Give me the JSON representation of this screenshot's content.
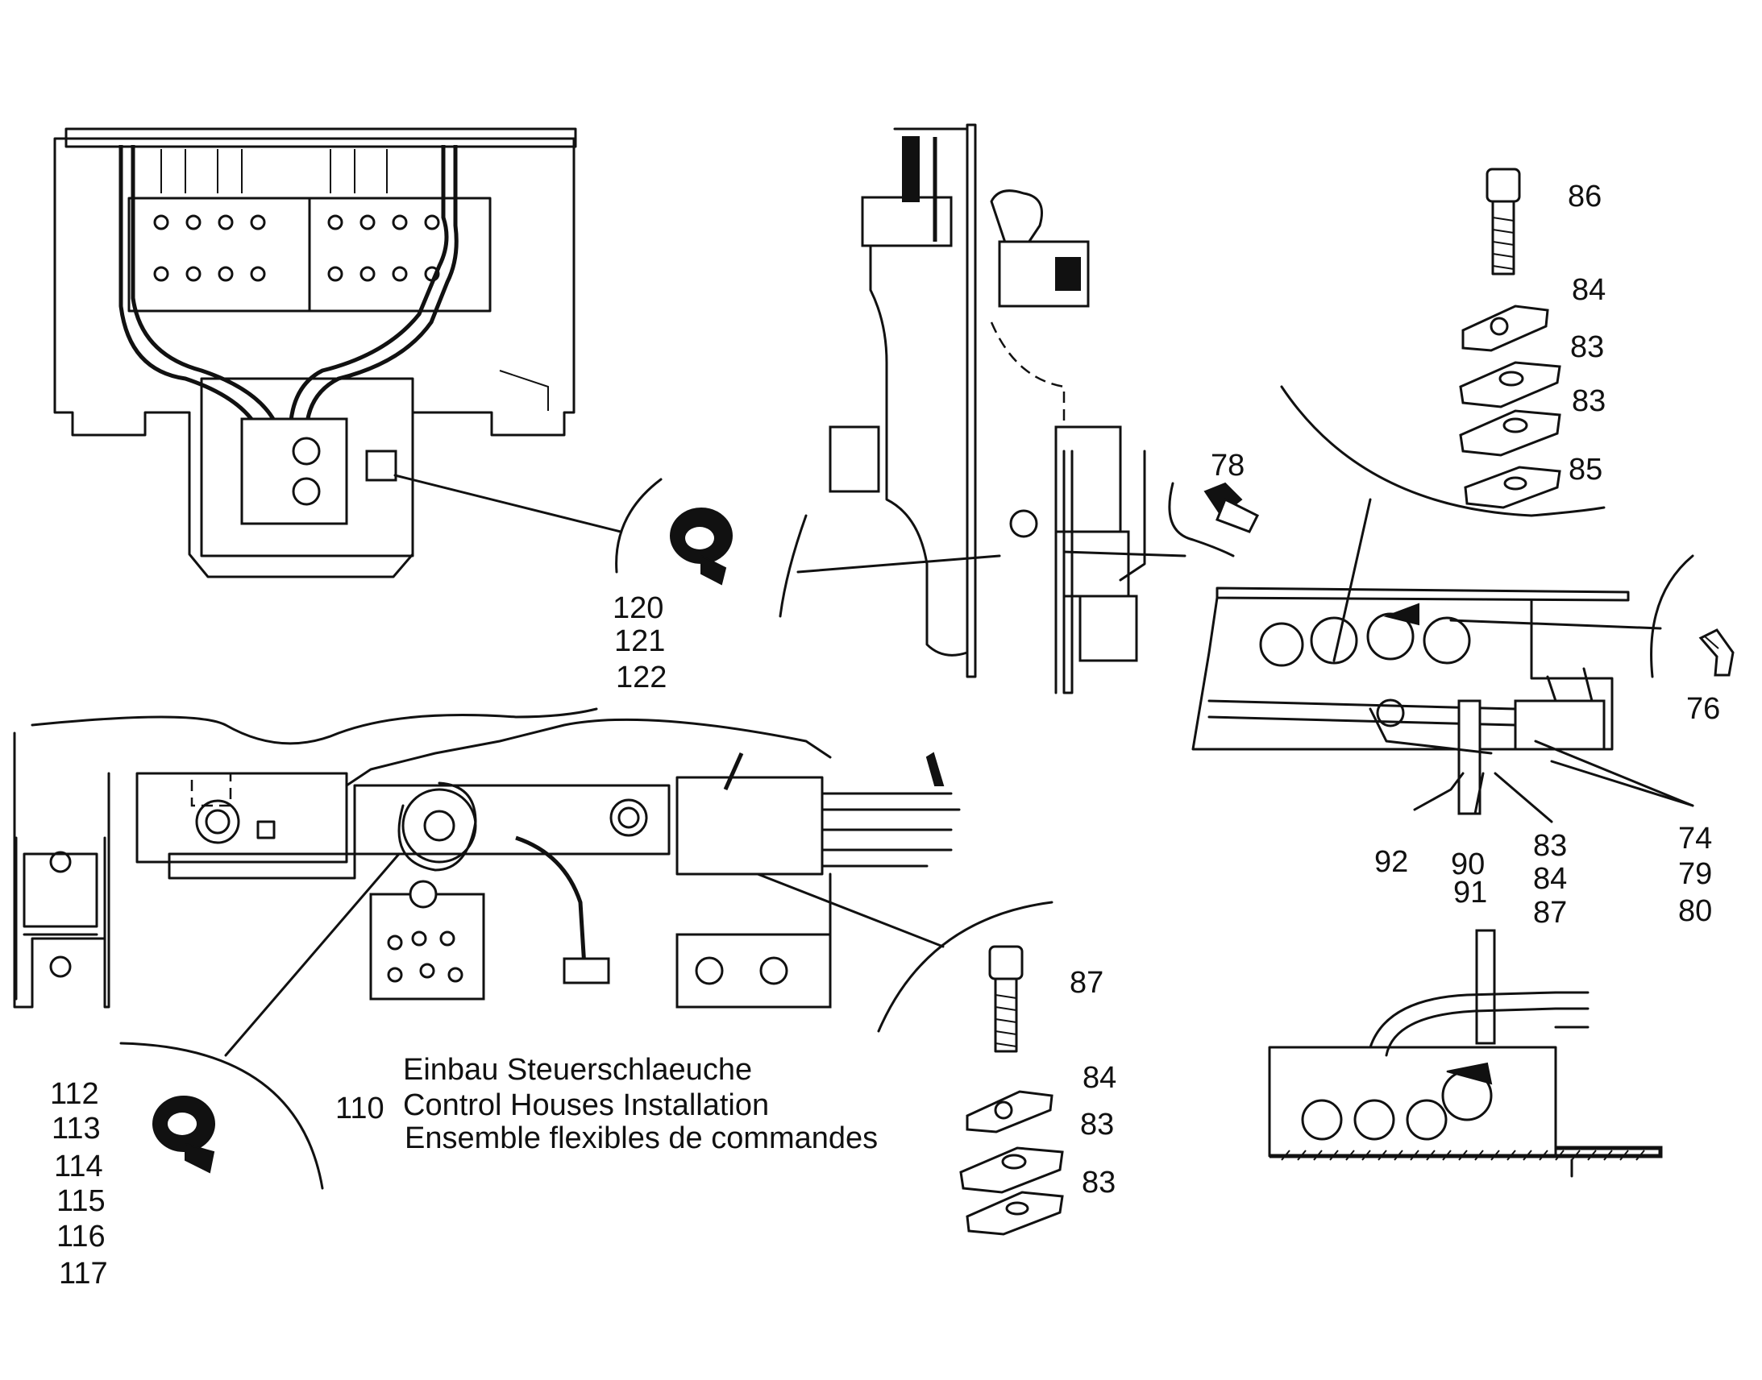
{
  "title": {
    "number": "110",
    "de": "Einbau Steuerschlaeuche",
    "en": "Control Houses Installation",
    "fr": "Ensemble flexibles de commandes"
  },
  "callouts": {
    "c86": "86",
    "c84a": "84",
    "c83a": "83",
    "c83b": "83",
    "c85": "85",
    "c78": "78",
    "c120": "120",
    "c121": "121",
    "c122": "122",
    "c76": "76",
    "c92": "92",
    "c90": "90",
    "c91": "91",
    "c83c": "83",
    "c84b": "84",
    "c87a": "87",
    "c74": "74",
    "c79": "79",
    "c80": "80",
    "c87b": "87",
    "c84c": "84",
    "c83d": "83",
    "c83e": "83",
    "c112": "112",
    "c113": "113",
    "c114": "114",
    "c115": "115",
    "c116": "116",
    "c117": "117"
  }
}
